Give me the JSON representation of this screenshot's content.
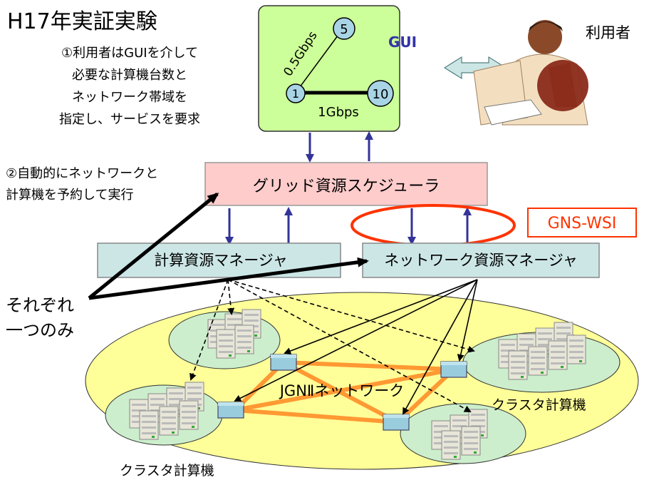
{
  "title": "H17年実証実験",
  "step1": {
    "lines": [
      "①利用者はGUIを介して",
      "必要な計算機台数と",
      "ネットワーク帯域を",
      "指定し、サービスを要求"
    ]
  },
  "step2": {
    "lines": [
      "②自動的にネットワークと",
      "計算機を予約して実行"
    ]
  },
  "gui": {
    "label": "GUI",
    "node_a": "5",
    "node_b": "1",
    "node_c": "10",
    "link_diag": "0.5Gbps",
    "link_horiz": "1Gbps"
  },
  "user_label": "利用者",
  "scheduler_label": "グリッド資源スケジューラ",
  "gns_label": "GNS-WSI",
  "compute_manager_label": "計算資源マネージャ",
  "network_manager_label": "ネットワーク資源マネージャ",
  "single_lines": [
    "それぞれ",
    "一つのみ"
  ],
  "network_label": "JGNⅡネットワーク",
  "cluster_labels": [
    "クラスタ計算機",
    "クラスタ計算機"
  ],
  "colors": {
    "gui_box": "#ccff99",
    "scheduler_box": "#ffcccc",
    "manager_box": "#cce6e6",
    "network_oval": "#ffff99",
    "cluster_oval": "#cceecc",
    "router": "#99ccdd",
    "orange_link": "#ff9933",
    "gns_red": "#ff3300",
    "arrow_blue": "#333399"
  }
}
